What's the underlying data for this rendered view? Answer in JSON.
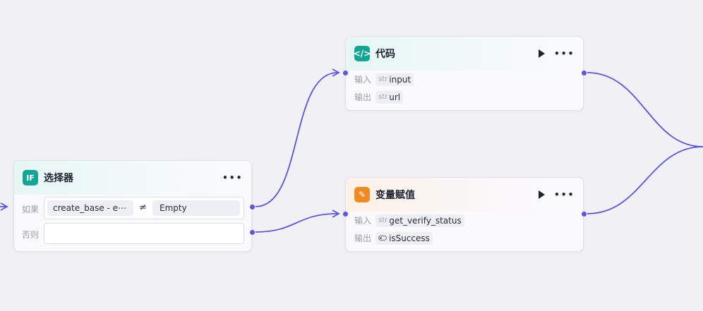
{
  "nodes": {
    "code": {
      "icon": "code-brackets-icon",
      "icon_glyph": "</>",
      "icon_color": "#12a594",
      "title": "代码",
      "inputs_label": "输入",
      "outputs_label": "输出",
      "input": {
        "type": "str",
        "name": "input"
      },
      "output": {
        "type": "str",
        "name": "url"
      }
    },
    "assign": {
      "icon": "variable-assign-icon",
      "icon_glyph": "✎",
      "icon_color": "#f08a24",
      "title": "变量赋值",
      "inputs_label": "输入",
      "outputs_label": "输出",
      "input": {
        "type": "str",
        "name": "get_verify_status"
      },
      "output": {
        "type": "bool",
        "name": "isSuccess"
      }
    },
    "selector": {
      "icon": "if-icon",
      "icon_glyph": "IF",
      "icon_color": "#12a594",
      "title": "选择器",
      "if_label": "如果",
      "else_label": "否则",
      "condition": {
        "left": "create_base  -  e⋯",
        "operator": "≠",
        "right": "Empty"
      }
    }
  },
  "colors": {
    "edge": "#5957de",
    "canvas_bg": "#f1f0f5"
  }
}
